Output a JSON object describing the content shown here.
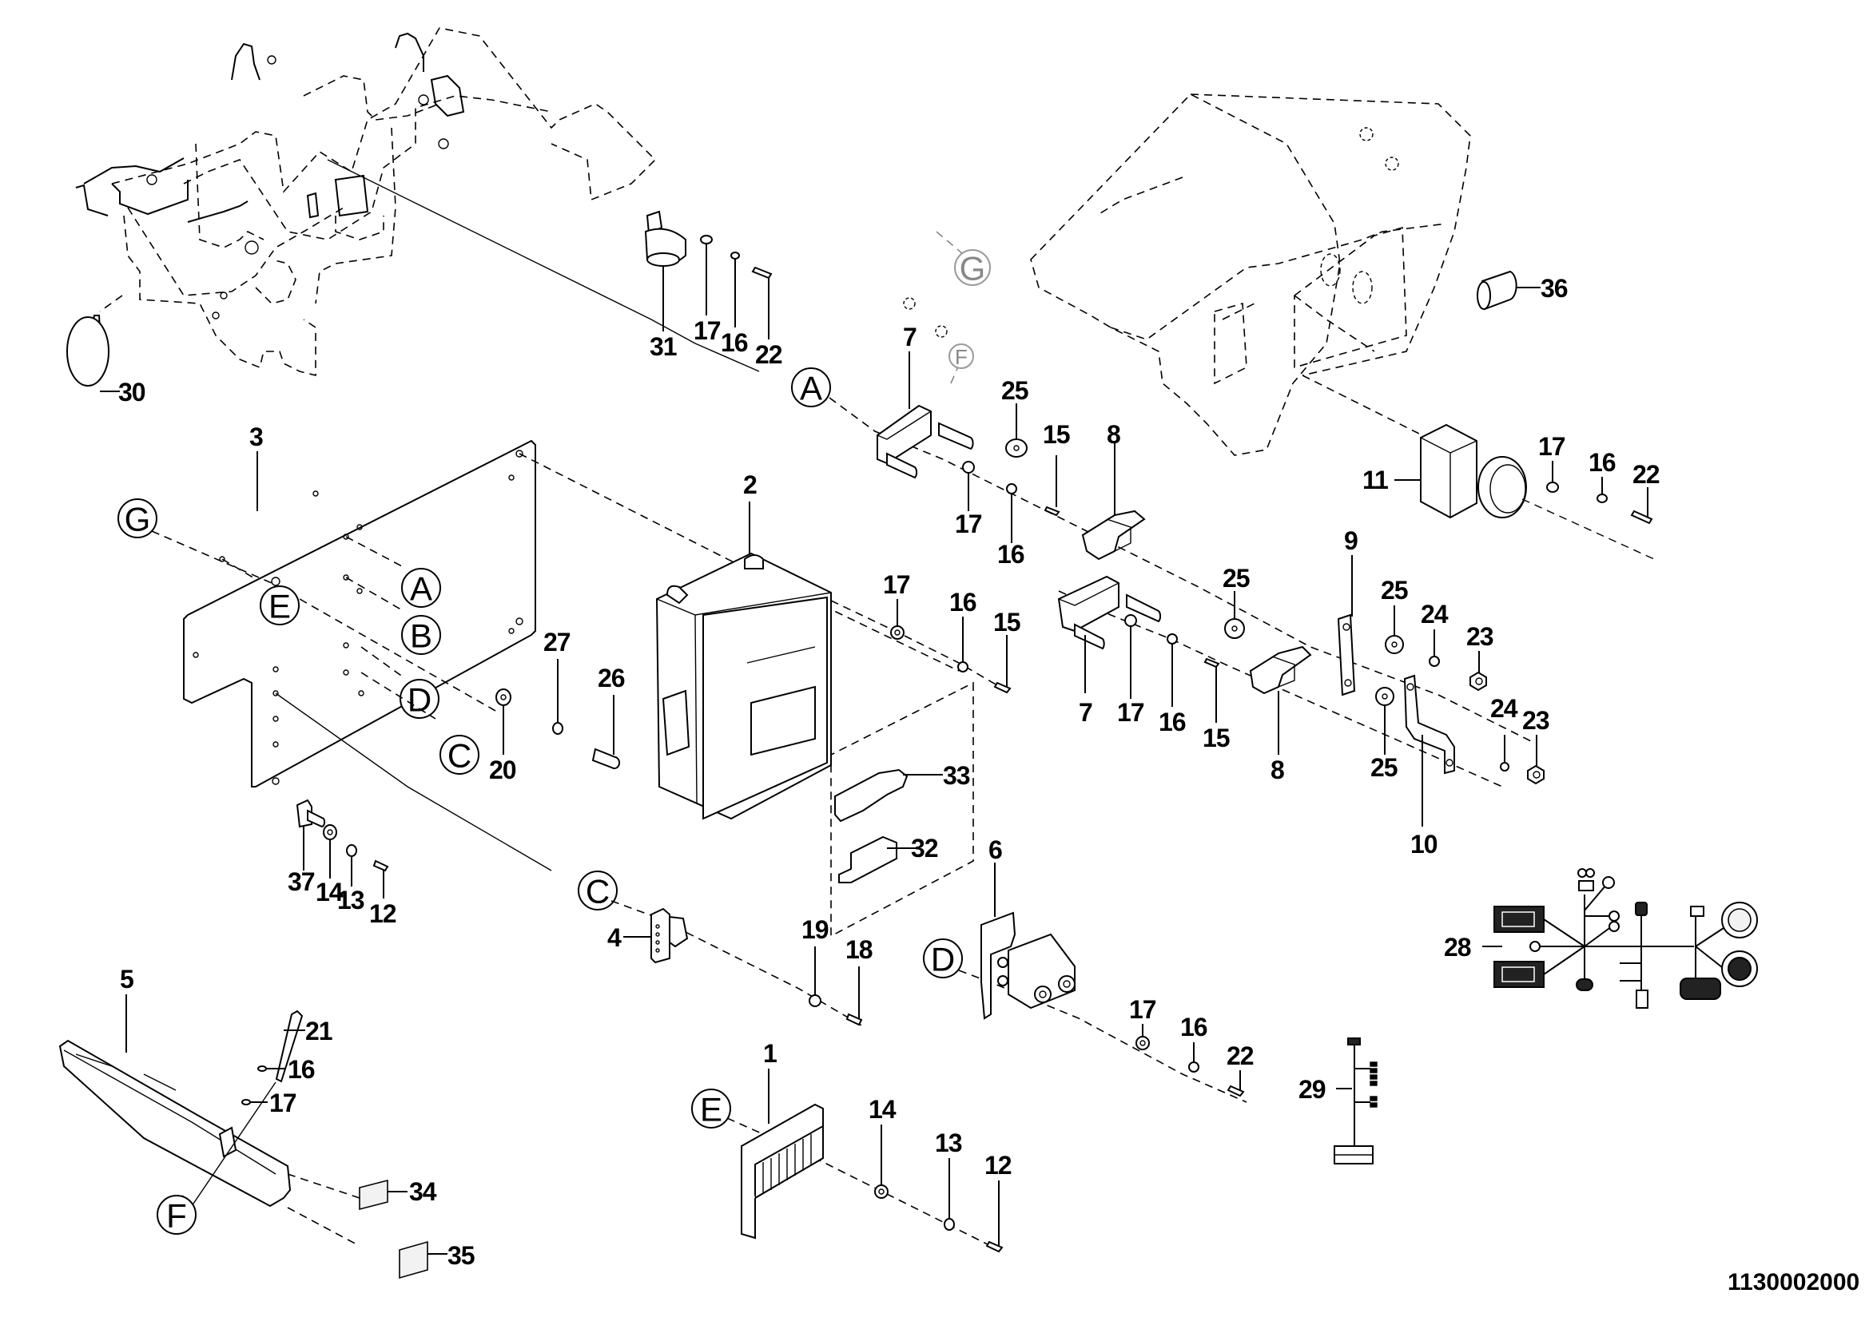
{
  "document": {
    "type": "exploded-parts-diagram",
    "drawing_number": "1130002000"
  },
  "callouts": {
    "A_top": "A",
    "A_plate": "A",
    "B_plate": "B",
    "C_plate": "C",
    "C_lower": "C",
    "D_plate": "D",
    "D_lower": "D",
    "E_plate": "E",
    "E_lower": "E",
    "F_cab": "F",
    "F_lower": "F",
    "G_cab": "G",
    "G_plate": "G"
  },
  "parts": {
    "p1": "1",
    "p2": "2",
    "p3": "3",
    "p4": "4",
    "p5": "5",
    "p6": "6",
    "p7a": "7",
    "p7b": "7",
    "p8a": "8",
    "p8b": "8",
    "p9": "9",
    "p10": "10",
    "p11": "11",
    "p12a": "12",
    "p12b": "12",
    "p13a": "13",
    "p13b": "13",
    "p14a": "14",
    "p14b": "14",
    "p15a": "15",
    "p15b": "15",
    "p15c": "15",
    "p16a": "16",
    "p16b": "16",
    "p16c": "16",
    "p16d": "16",
    "p16e": "16",
    "p16f": "16",
    "p17a": "17",
    "p17b": "17",
    "p17c": "17",
    "p17d": "17",
    "p17e": "17",
    "p17f": "17",
    "p18": "18",
    "p19": "19",
    "p20": "20",
    "p21": "21",
    "p22a": "22",
    "p22b": "22",
    "p22c": "22",
    "p23a": "23",
    "p23b": "23",
    "p24a": "24",
    "p24b": "24",
    "p25a": "25",
    "p25b": "25",
    "p25c": "25",
    "p25d": "25",
    "p26": "26",
    "p27": "27",
    "p28": "28",
    "p29": "29",
    "p30": "30",
    "p31": "31",
    "p32": "32",
    "p33": "33",
    "p34": "34",
    "p35": "35",
    "p36": "36",
    "p37": "37"
  }
}
